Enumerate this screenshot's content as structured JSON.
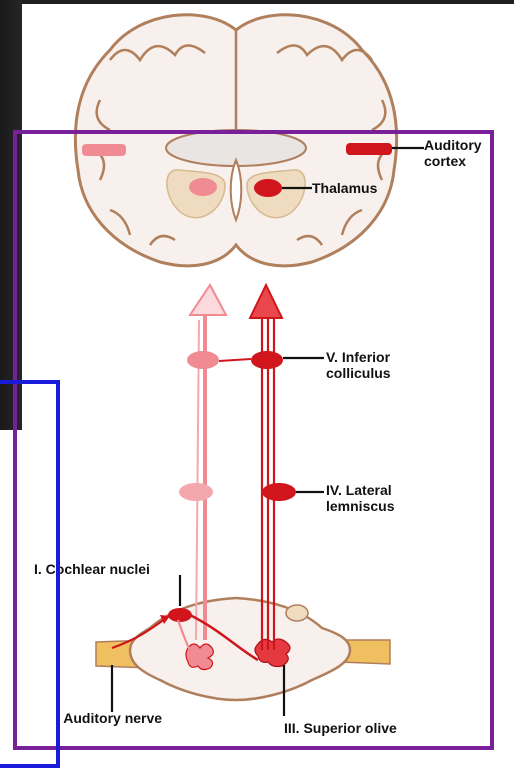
{
  "labels": {
    "auditory_cortex": [
      "Auditory",
      "cortex"
    ],
    "thalamus": "Thalamus",
    "inferior_colliculus": [
      "V. Inferior",
      "colliculus"
    ],
    "lateral_lemniscus": [
      "IV. Lateral",
      "lemniscus"
    ],
    "cochlear_nuclei": "I. Cochlear nuclei",
    "auditory_nerve": ". Auditory nerve",
    "superior_olive": "III. Superior olive"
  },
  "colors": {
    "pathway_light": "#f08a93",
    "pathway_dark": "#d0161c",
    "brain_outline": "#b07f5c",
    "brain_fill": "#f7f0ec",
    "thalamus_fill": "#efdcc0",
    "highlight_box_purple": "#7a1f9a",
    "highlight_box_blue": "#1a1adb"
  }
}
